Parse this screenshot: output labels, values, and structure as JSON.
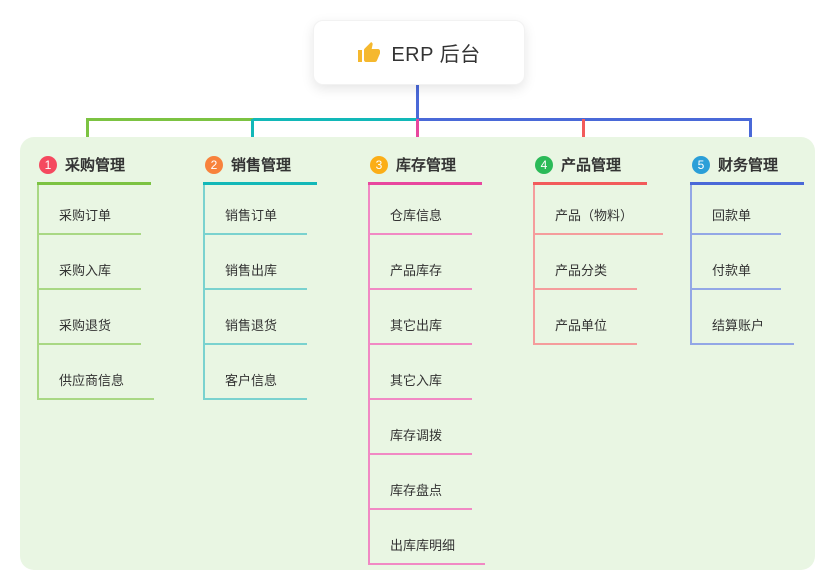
{
  "root": {
    "title": "ERP 后台",
    "icon": "thumbs-up-icon",
    "icon_color": "#f5b82e"
  },
  "colors": {
    "page_background": "#ffffff",
    "panel_background": "#e9f6e3",
    "text": "#333333",
    "root_connector": "#4a69d8"
  },
  "branches": [
    {
      "index": "1",
      "title": "采购管理",
      "badge_color": "#f5495f",
      "line_color": "#7cc342",
      "line_color_light": "#a9d884",
      "children": [
        "采购订单",
        "采购入库",
        "采购退货",
        "供应商信息"
      ]
    },
    {
      "index": "2",
      "title": "销售管理",
      "badge_color": "#f8823c",
      "line_color": "#12b8b8",
      "line_color_light": "#7ad2cf",
      "children": [
        "销售订单",
        "销售出库",
        "销售退货",
        "客户信息"
      ]
    },
    {
      "index": "3",
      "title": "库存管理",
      "badge_color": "#fbae17",
      "line_color": "#e8479e",
      "line_color_light": "#f189c4",
      "children": [
        "仓库信息",
        "产品库存",
        "其它出库",
        "其它入库",
        "库存调拨",
        "库存盘点",
        "出库库明细"
      ]
    },
    {
      "index": "4",
      "title": "产品管理",
      "badge_color": "#2bba58",
      "line_color": "#f25b5b",
      "line_color_light": "#f59c9c",
      "children": [
        "产品（物料）",
        "产品分类",
        "产品单位"
      ]
    },
    {
      "index": "5",
      "title": "财务管理",
      "badge_color": "#2b9fd8",
      "line_color": "#4a69d8",
      "line_color_light": "#93a7e6",
      "children": [
        "回款单",
        "付款单",
        "结算账户"
      ]
    }
  ]
}
